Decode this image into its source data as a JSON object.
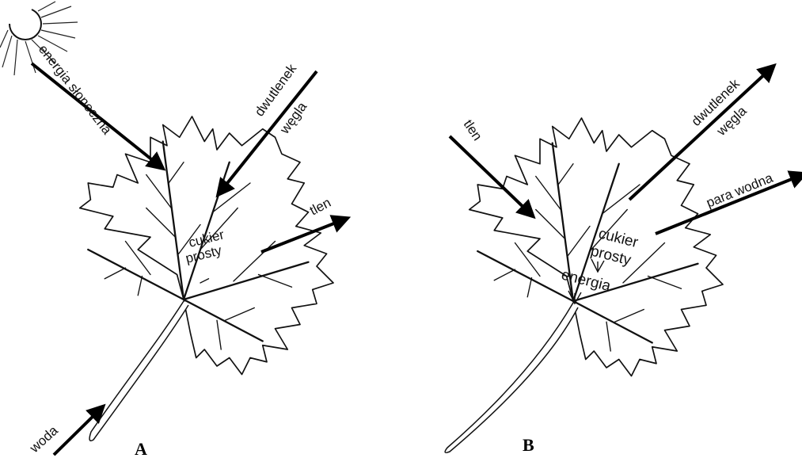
{
  "panel_a": {
    "letter": "A",
    "labels": {
      "sun_energy": "energia słoneczna",
      "co2_line1": "dwutlenek",
      "co2_line2": "węgla",
      "oxygen": "tlen",
      "sugar_line1": "cukier",
      "sugar_line2": "prosty",
      "water": "woda"
    }
  },
  "panel_b": {
    "letter": "B",
    "labels": {
      "oxygen": "tlen",
      "co2_line1": "dwutlenek",
      "co2_line2": "węgla",
      "vapor": "para wodna",
      "sugar_line1": "cukier",
      "sugar_line2": "prosty",
      "energy": "energia"
    }
  },
  "icons": {
    "sun": "sun-icon",
    "leaf_a": "maple-leaf-icon",
    "leaf_b": "maple-leaf-icon"
  },
  "colors": {
    "ink": "#111111",
    "background": "#ffffff"
  }
}
